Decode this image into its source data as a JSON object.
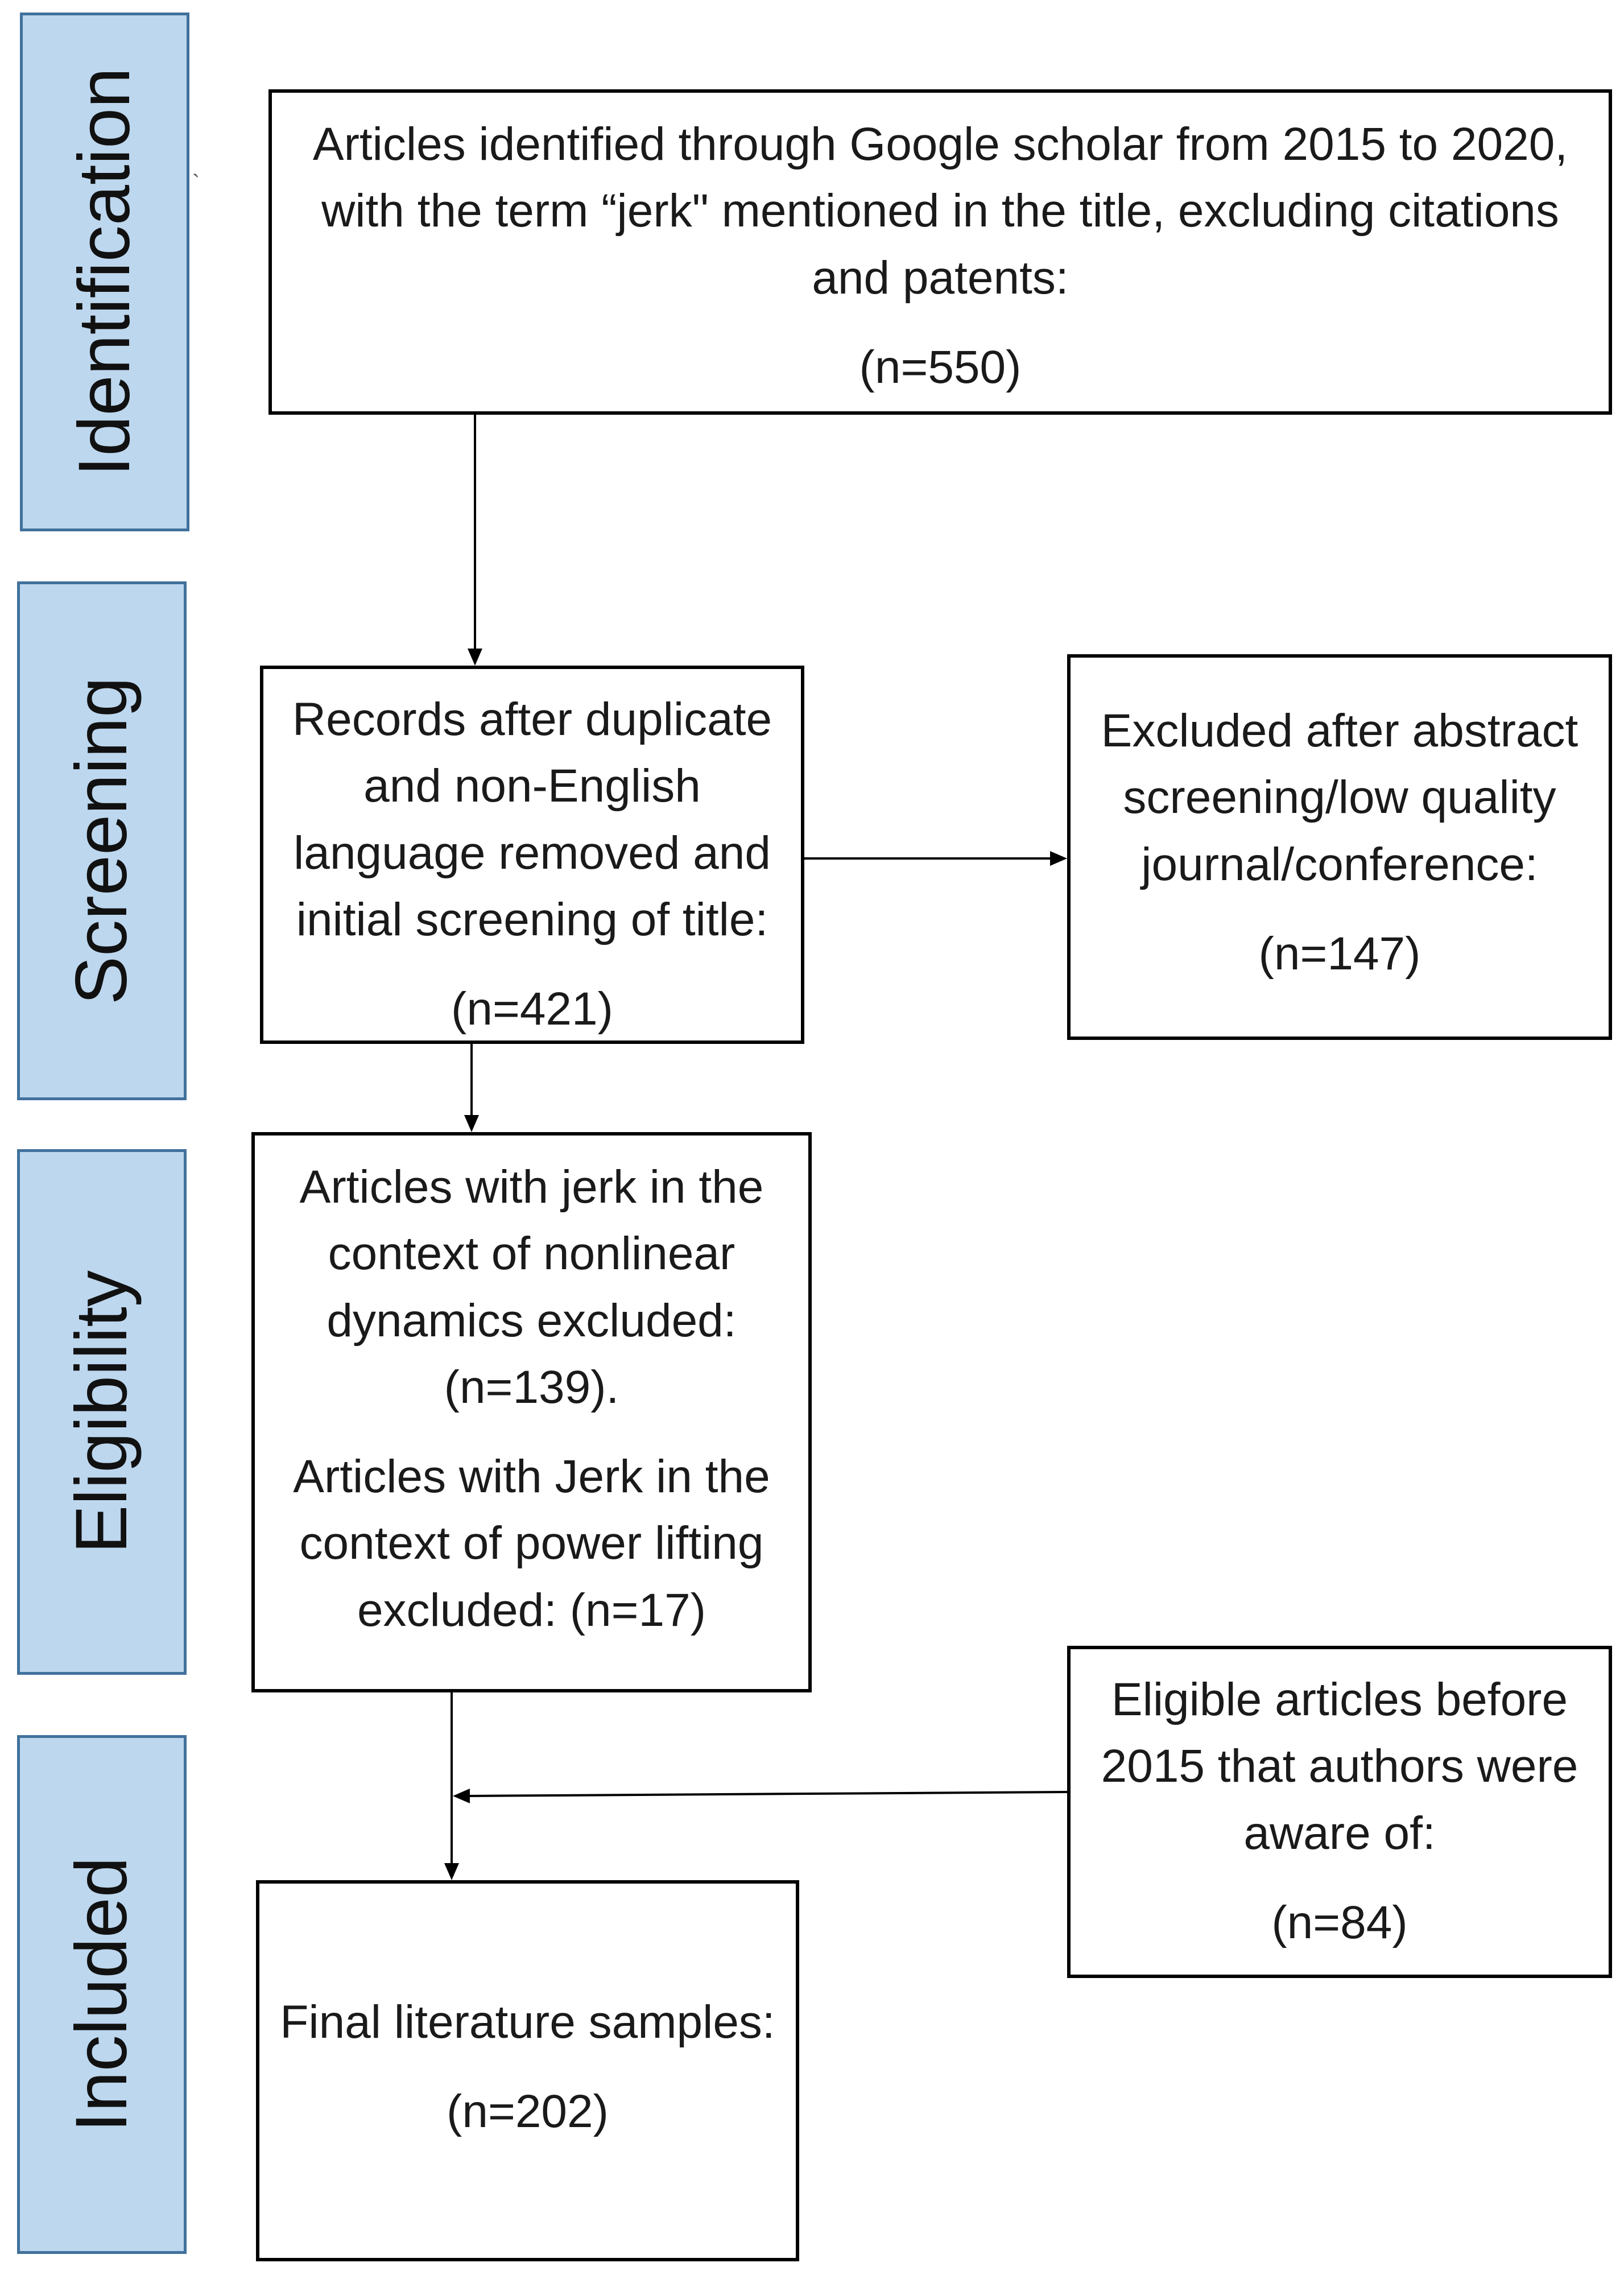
{
  "stages": {
    "identification": "Identification",
    "screening": "Screening",
    "eligibility": "Eligibility",
    "included": "Included"
  },
  "boxes": {
    "identified": {
      "lines": [
        "Articles identified through Google scholar from 2015 to 2020,",
        "with the term “jerk\" mentioned in the title, excluding citations",
        "and patents:"
      ],
      "count": "(n=550)"
    },
    "screened": {
      "lines": [
        "Records after duplicate",
        "and non-English",
        "language removed and",
        "initial screening of title:"
      ],
      "count": "(n=421)"
    },
    "excluded_abstract": {
      "lines": [
        "Excluded after abstract",
        "screening/low quality",
        "journal/conference:"
      ],
      "count": "(n=147)"
    },
    "eligibility": {
      "para1_lines": [
        "Articles with jerk in the",
        "context of nonlinear",
        "dynamics excluded:",
        "(n=139)."
      ],
      "para2_lines": [
        "Articles with Jerk in the",
        "context of power lifting",
        "excluded: (n=17)"
      ]
    },
    "before_2015": {
      "lines": [
        "Eligible articles before",
        "2015 that authors were",
        "aware of:"
      ],
      "count": "(n=84)"
    },
    "final": {
      "line": "Final literature samples:",
      "count": "(n=202)"
    }
  },
  "stray_mark": "`"
}
